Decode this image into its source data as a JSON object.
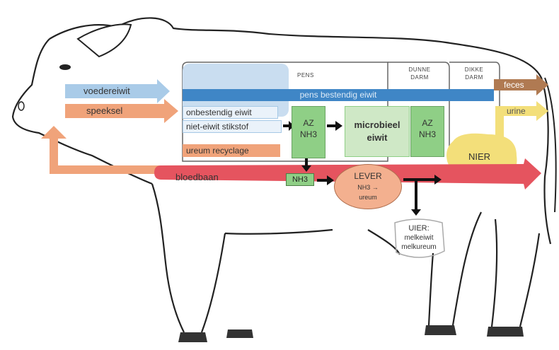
{
  "labels": {
    "voedereiwit": "voedereiwit",
    "speeksel": "speeksel",
    "pens": "PENS",
    "dunne_darm_1": "DUNNE",
    "dunne_darm_2": "DARM",
    "dikke_darm_1": "DIKKE",
    "dikke_darm_2": "DARM",
    "pens_bestendig": "pens bestendig eiwit",
    "onbestendig": "onbestendig eiwit",
    "niet_eiwit": "niet-eiwit stikstof",
    "ureum_recyclage": "ureum recyclage",
    "az1": "AZ",
    "nh3_1": "NH3",
    "microbieel_1": "microbieel",
    "microbieel_2": "eiwit",
    "az2": "AZ",
    "nh3_2": "NH3",
    "feces": "feces",
    "urine": "urine",
    "nier": "NIER",
    "bloedbaan": "bloedbaan",
    "nh3_box": "NH3",
    "lever": "LEVER",
    "lever_nh3": "NH3 →",
    "lever_ureum": "ureum",
    "uier": "UIER:",
    "melkeiwit": "melkeiwit",
    "melkureum": "melkureum"
  },
  "colors": {
    "blue_arrow": "#a9cbe8",
    "orange_arrow": "#f0a37a",
    "pens_blue": "#3f86c6",
    "light_blue": "#a6c9e6",
    "green": "#8fcf86",
    "red": "#e5545f",
    "yellow": "#f3df7a",
    "lever": "#f3b08f",
    "brown": "#b07a52"
  }
}
